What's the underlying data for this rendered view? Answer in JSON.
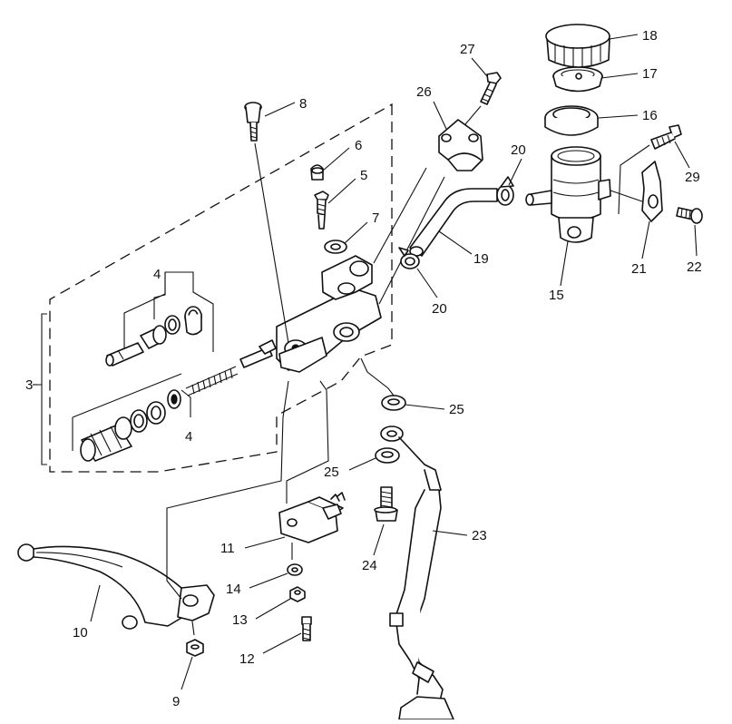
{
  "diagram": {
    "labels": {
      "p3": "3",
      "p4a": "4",
      "p4b": "4",
      "p5": "5",
      "p6": "6",
      "p7": "7",
      "p8": "8",
      "p9": "9",
      "p10": "10",
      "p11": "11",
      "p12": "12",
      "p13": "13",
      "p14": "14",
      "p15": "15",
      "p16": "16",
      "p17": "17",
      "p18": "18",
      "p19": "19",
      "p20a": "20",
      "p20b": "20",
      "p21": "21",
      "p22": "22",
      "p23": "23",
      "p24": "24",
      "p25a": "25",
      "p25b": "25",
      "p26": "26",
      "p27": "27",
      "p29": "29"
    },
    "colors": {
      "ink": "#111111",
      "paper": "#ffffff"
    }
  }
}
